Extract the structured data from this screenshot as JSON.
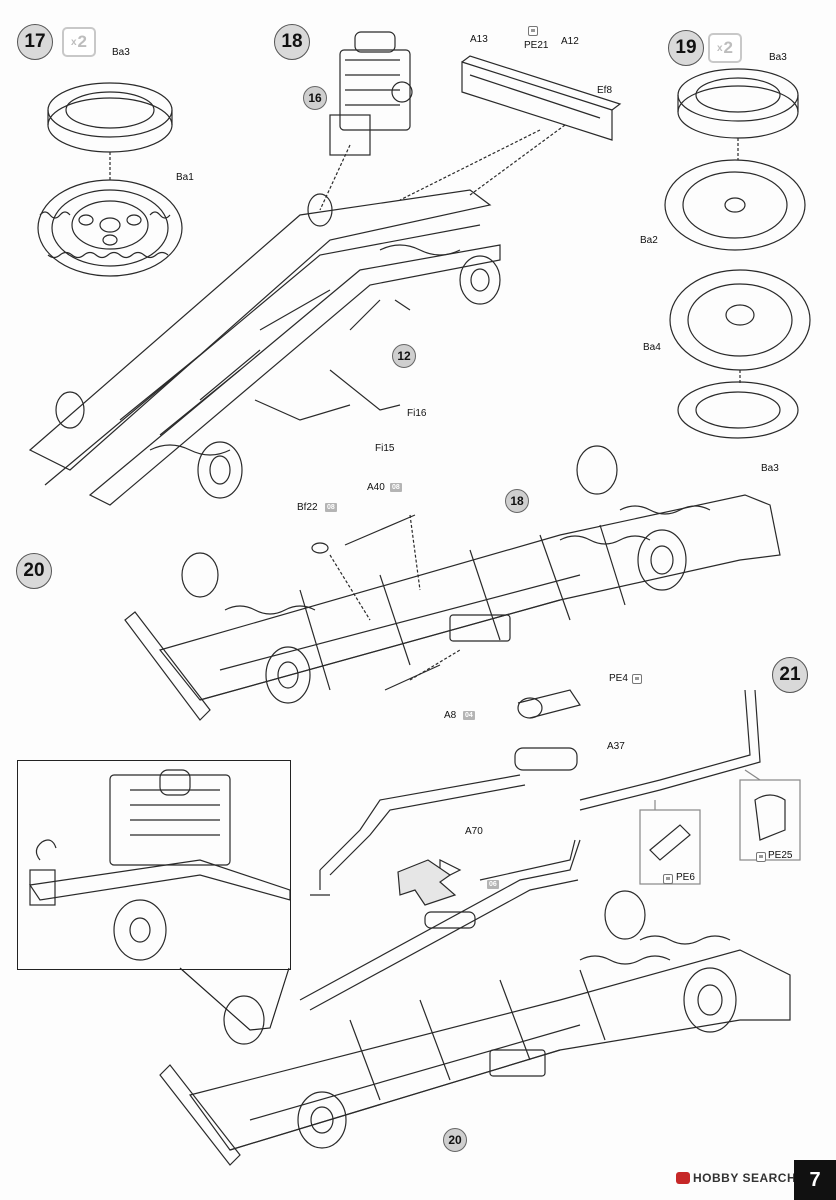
{
  "steps": {
    "s17": {
      "num": "17",
      "mult": "2"
    },
    "s18": {
      "num": "18"
    },
    "s19": {
      "num": "19",
      "mult": "2"
    },
    "s20": {
      "num": "20"
    },
    "s21": {
      "num": "21"
    }
  },
  "refs": {
    "r16": "16",
    "r12": "12",
    "r18": "18",
    "r20": "20"
  },
  "labels": {
    "ba3_a": "Ba3",
    "ba1": "Ba1",
    "a13": "A13",
    "pe21": "PE21",
    "a12": "A12",
    "ef8": "Ef8",
    "fi16": "Fi16",
    "fi15": "Fi15",
    "ba3_b": "Ba3",
    "ba2": "Ba2",
    "ba4": "Ba4",
    "ba3_c": "Ba3",
    "bf22": "Bf22",
    "a40": "A40",
    "a8": "A8",
    "pe4": "PE4",
    "a37": "A37",
    "a70": "A70",
    "pe6": "PE6",
    "pe25": "PE25"
  },
  "tags": {
    "bf22": "08",
    "a40": "08",
    "a8": "04",
    "step21_color": "06"
  },
  "multiplier_prefix": "x",
  "footer": {
    "brand": "HOBBY SEARCH",
    "page_number": "7"
  },
  "colors": {
    "line": "#2a2a2a",
    "fill": "#ffffff",
    "step_circle": "#d9d9d9",
    "tag_bg": "#b4b4b4",
    "page_tab": "#111111"
  }
}
